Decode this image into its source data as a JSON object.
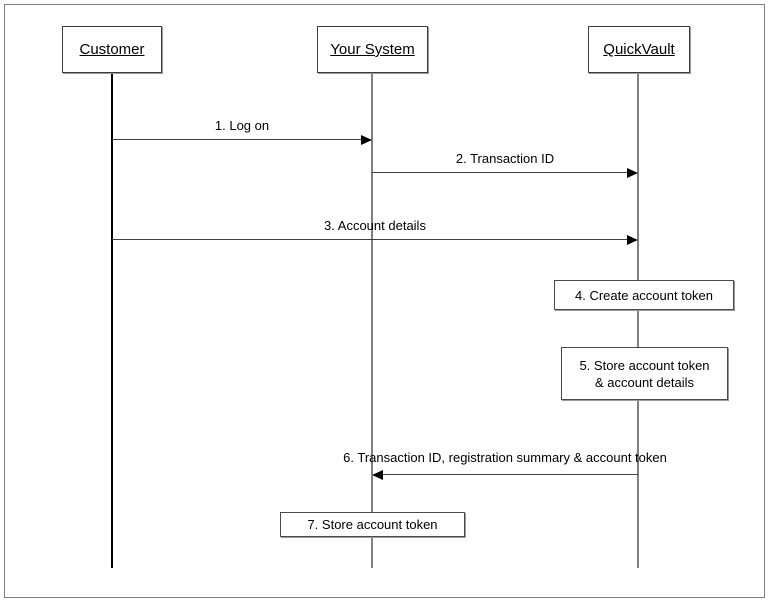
{
  "diagram": {
    "type": "sequence-diagram",
    "actors": [
      {
        "name": "Customer"
      },
      {
        "name": "Your System"
      },
      {
        "name": "QuickVault"
      }
    ],
    "messages": [
      {
        "label": "1. Log on",
        "from": "Customer",
        "to": "Your System",
        "direction": "right"
      },
      {
        "label": "2. Transaction ID",
        "from": "Your System",
        "to": "QuickVault",
        "direction": "right"
      },
      {
        "label": "3. Account details",
        "from": "Customer",
        "to": "QuickVault",
        "direction": "right"
      },
      {
        "label": "6. Transaction ID, registration summary & account token",
        "from": "QuickVault",
        "to": "Your System",
        "direction": "left"
      }
    ],
    "self_actions": [
      {
        "actor": "QuickVault",
        "lines": [
          "4. Create account token"
        ]
      },
      {
        "actor": "QuickVault",
        "lines": [
          "5. Store account token",
          "& account details"
        ]
      },
      {
        "actor": "Your System",
        "lines": [
          "7. Store account token"
        ]
      }
    ],
    "colors": {
      "background": "#ffffff",
      "frame_border": "#808080",
      "box_border": "#3c3c3c",
      "box_shadow": "#9a9a9a",
      "lifeline_customer": "#000000",
      "lifeline_others": "#808080",
      "message_line": "#3f3f3f",
      "arrowhead": "#000000",
      "text": "#000000"
    }
  }
}
